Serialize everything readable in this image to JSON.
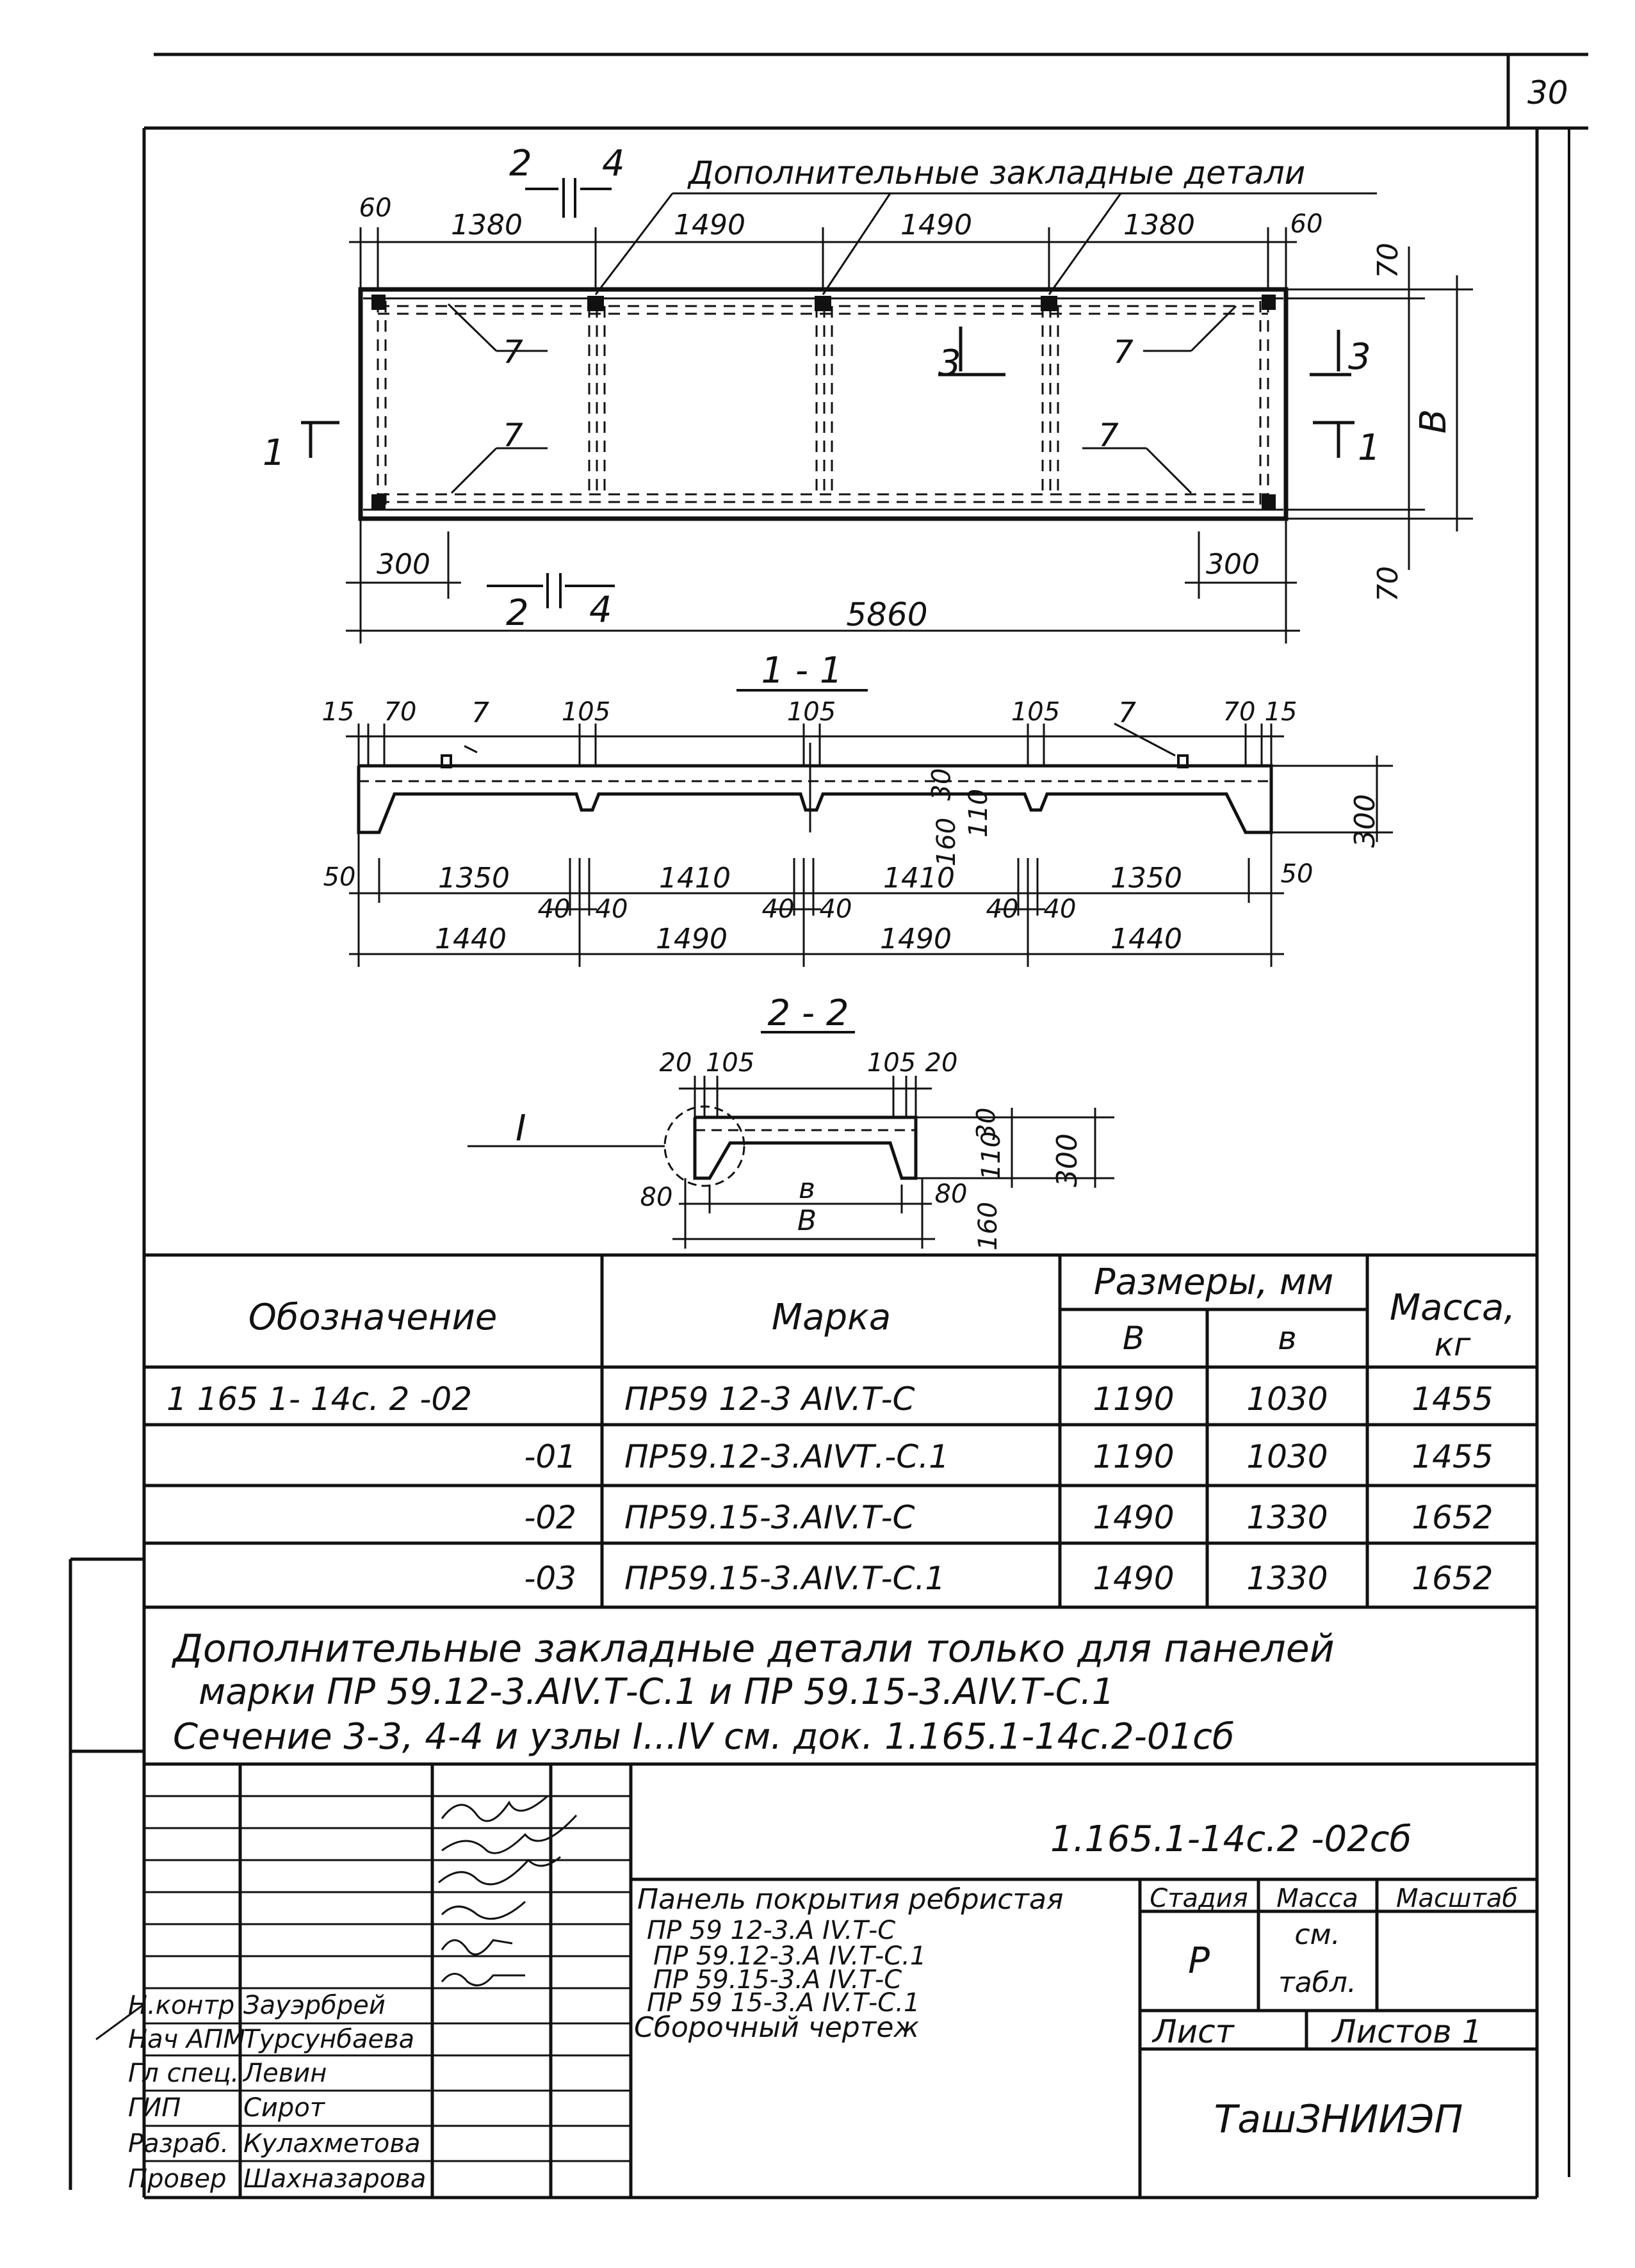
{
  "sheet_number": "30",
  "plan": {
    "title": "Дополнительные закладные детали",
    "dims_top": [
      "60",
      "1380",
      "1490",
      "1490",
      "1380",
      "60"
    ],
    "dims_bottom": [
      "300",
      "300"
    ],
    "overall": "5860",
    "right_top": "70",
    "right_bottom": "70",
    "width_mark": "В",
    "callouts": [
      "7",
      "7",
      "7",
      "7"
    ],
    "cuts": {
      "c1_left": "1",
      "c1_right": "1",
      "c2_top": "2",
      "c4_top": "4",
      "c2_bottom": "2",
      "c4_bottom": "4",
      "c3_left": "3",
      "c3_right": "3"
    }
  },
  "section11": {
    "title": "1 - 1",
    "top_labels": [
      "15",
      "70",
      "7",
      "105",
      "105",
      "105",
      "7",
      "70",
      "15"
    ],
    "vert_dims": [
      "30",
      "110",
      "160"
    ],
    "height": "300",
    "row1": [
      "50",
      "1350",
      "1410",
      "1410",
      "1350",
      "50"
    ],
    "row2": [
      "40",
      "40",
      "40",
      "40",
      "40",
      "40"
    ],
    "row3": [
      "1440",
      "1490",
      "1490",
      "1440"
    ]
  },
  "section22": {
    "title": "2 - 2",
    "top_labels": [
      "20",
      "105",
      "105",
      "20"
    ],
    "node_mark": "I",
    "vert_dims": [
      "30",
      "110",
      "160"
    ],
    "height": "300",
    "side_dims": [
      "80",
      "80"
    ],
    "inner_width": "в",
    "outer_width": "В"
  },
  "spec_table": {
    "headers": {
      "designation": "Обозначение",
      "mark": "Марка",
      "dims": "Размеры, мм",
      "b_upper": "В",
      "b_lower": "в",
      "mass": "Масса,",
      "mass_unit": "кг"
    },
    "rows": [
      {
        "designation": "1 165 1- 14с. 2 -02",
        "mark": "ПР59 12-3 АIV.Т-С",
        "b_upper": "1190",
        "b_lower": "1030",
        "mass": "1455"
      },
      {
        "designation": "-01",
        "mark": "ПР59.12-3.АIVТ.-С.1",
        "b_upper": "1190",
        "b_lower": "1030",
        "mass": "1455"
      },
      {
        "designation": "-02",
        "mark": "ПР59.15-3.АIV.Т-С",
        "b_upper": "1490",
        "b_lower": "1330",
        "mass": "1652"
      },
      {
        "designation": "-03",
        "mark": "ПР59.15-3.АIV.Т-С.1",
        "b_upper": "1490",
        "b_lower": "1330",
        "mass": "1652"
      }
    ]
  },
  "notes": [
    "Дополнительные закладные детали только для панелей",
    "марки ПР 59.12-3.АIV.Т-С.1 и ПР 59.15-3.АIV.Т-С.1",
    "Сечение 3-3, 4-4 и узлы I...IV см. док. 1.165.1-14с.2-01сб"
  ],
  "title_block": {
    "doc_code": "1.165.1-14с.2 -02сб",
    "description": [
      "Панель покрытия ребристая",
      "ПР 59 12-3.А IV.Т-С",
      "ПР 59.12-3.А IV.Т-С.1",
      "ПР 59.15-3.А IV.Т-С",
      "ПР 59 15-3.А IV.Т-С.1",
      "Сборочный чертеж"
    ],
    "stage_label": "Стадия",
    "mass_label": "Масса",
    "scale_label": "Масштаб",
    "stage": "Р",
    "mass_value_1": "см.",
    "mass_value_2": "табл.",
    "sheet_label": "Лист",
    "sheets_label": "Листов 1",
    "organization": "ТашЗНИИЭП",
    "signatures": [
      {
        "role": "Н.контр",
        "name": "Зауэрбрей"
      },
      {
        "role": "Нач АПМ",
        "name": "Турсунбаева"
      },
      {
        "role": "Гл спец.",
        "name": "Левин"
      },
      {
        "role": "ГИП",
        "name": "Сирот"
      },
      {
        "role": "Разраб.",
        "name": "Кулахметова"
      },
      {
        "role": "Провер",
        "name": "Шахназарова"
      }
    ]
  }
}
